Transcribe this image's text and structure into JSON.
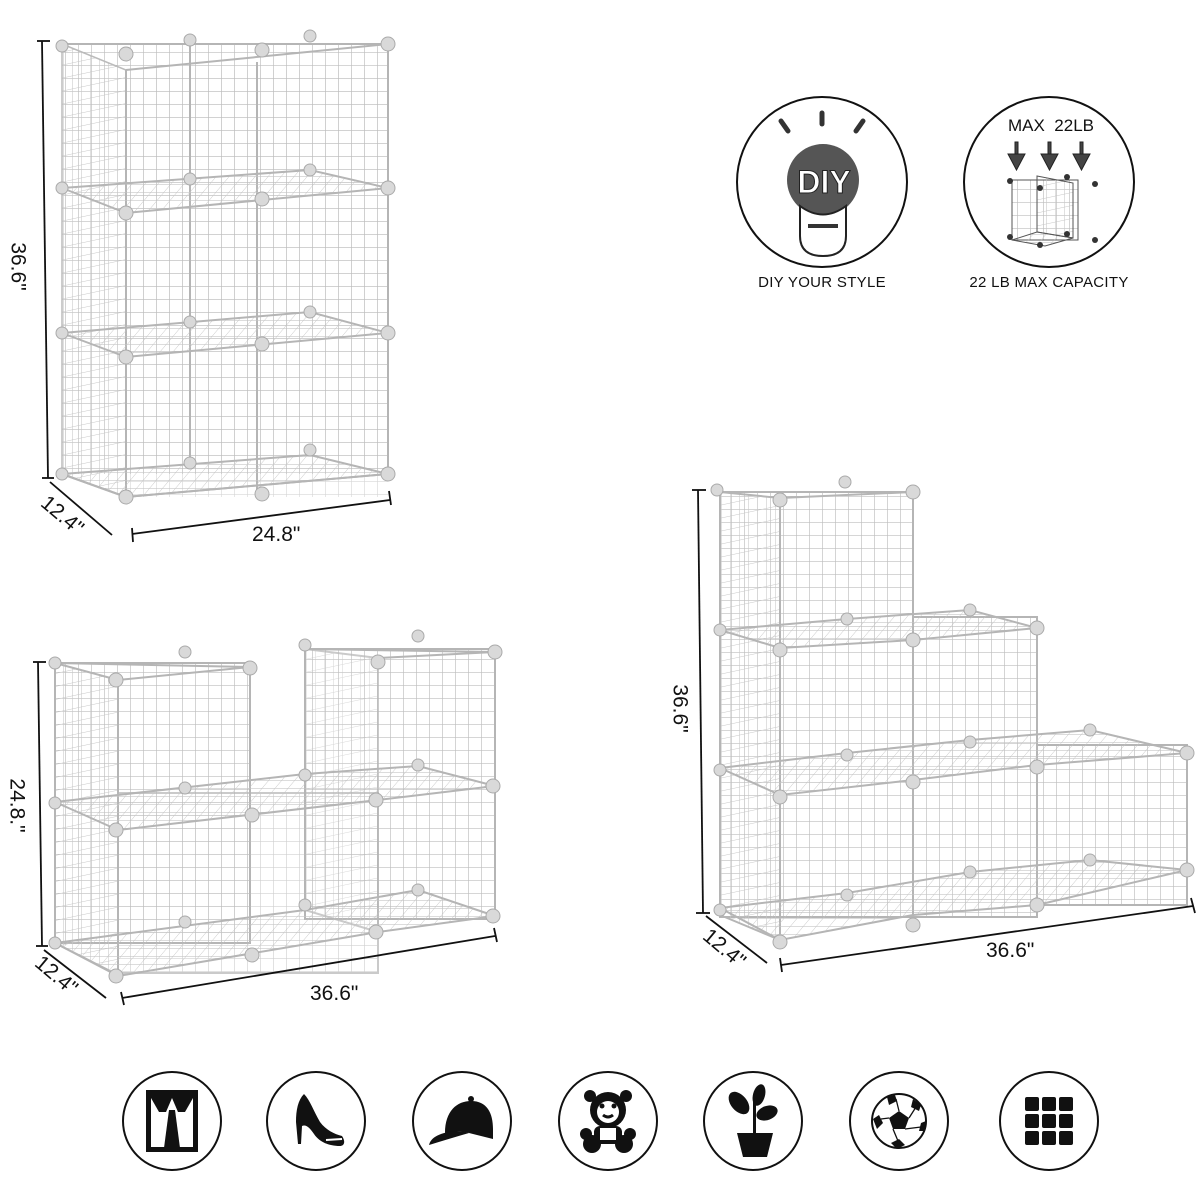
{
  "configurations": [
    {
      "name": "2x3 tower",
      "height": "36.6\"",
      "depth": "12.4\"",
      "width": "24.8\""
    },
    {
      "name": "U-shape 5 cube",
      "height": "24.8.\"",
      "depth": "12.4\"",
      "width": "36.6\""
    },
    {
      "name": "staircase 6 cube",
      "height": "36.6\"",
      "depth": "12.4\"",
      "width": "36.6\""
    }
  ],
  "features": [
    {
      "icon": "diy-bulb-icon",
      "badge": "DIY",
      "caption": "DIY YOUR STYLE"
    },
    {
      "icon": "weight-cube-icon",
      "badge": "MAX  22LB",
      "caption": "22 LB MAX CAPACITY"
    }
  ],
  "use_icons": [
    {
      "icon": "shirt-tie-icon",
      "label": "clothes"
    },
    {
      "icon": "high-heel-icon",
      "label": "shoes"
    },
    {
      "icon": "cap-icon",
      "label": "hats"
    },
    {
      "icon": "teddy-bear-icon",
      "label": "toys"
    },
    {
      "icon": "plant-pot-icon",
      "label": "plants"
    },
    {
      "icon": "soccer-ball-icon",
      "label": "balls"
    },
    {
      "icon": "grid-icon",
      "label": "storage"
    }
  ],
  "colors": {
    "wire": "#b9b9b9",
    "joint": "#d6d6d6",
    "ink": "#111111",
    "bulb": "#555555"
  }
}
